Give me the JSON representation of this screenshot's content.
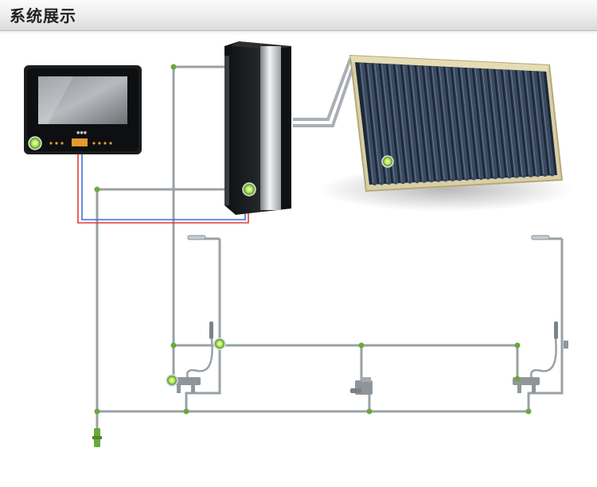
{
  "header": {
    "title": "系统展示"
  },
  "diagram": {
    "components": [
      {
        "name": "control-panel",
        "label_shown": false
      },
      {
        "name": "water-tank",
        "label_shown": false
      },
      {
        "name": "solar-collector",
        "label_shown": false
      },
      {
        "name": "shower-left",
        "label_shown": false
      },
      {
        "name": "shower-right",
        "label_shown": false
      },
      {
        "name": "faucet-middle",
        "label_shown": false
      }
    ],
    "colors": {
      "pipe": "#9aa1a6",
      "pipe_dark": "#6f767b",
      "joint": "#6aa83c",
      "hot_wire": "#e23b3b",
      "cold_wire": "#3a6fe0",
      "indicator": "#c8f07a",
      "tank_body": "#151719",
      "panel_frame": "#1b1c1e",
      "collector_frame": "#c9b98a"
    }
  }
}
